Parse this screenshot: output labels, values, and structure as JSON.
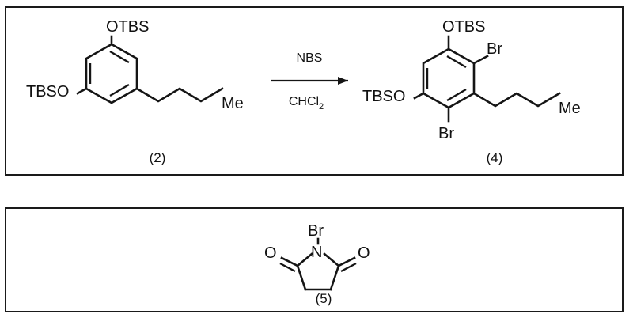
{
  "figure": {
    "type": "chemical-reaction-scheme",
    "panels": [
      {
        "id": "reaction",
        "reactant": {
          "compound_number": "(2)",
          "name_labels": {
            "top_substituent": "OTBS",
            "left_substituent": "TBSO",
            "chain_terminus": "Me"
          },
          "core": "benzene",
          "chain_length_bonds": 5
        },
        "conditions": {
          "above_arrow": "NBS",
          "below_arrow_main": "CHCl",
          "below_arrow_sub": "2"
        },
        "product": {
          "compound_number": "(4)",
          "name_labels": {
            "top_substituent": "OTBS",
            "left_substituent": "TBSO",
            "upper_right_substituent": "Br",
            "bottom_substituent": "Br",
            "chain_terminus": "Me"
          },
          "core": "benzene",
          "chain_length_bonds": 5
        }
      },
      {
        "id": "reagent",
        "compound": {
          "compound_number": "(5)",
          "common_name": "NBS",
          "name_labels": {
            "nitrogen": "N",
            "n_substituent": "Br",
            "left_carbonyl_oxygen": "O",
            "right_carbonyl_oxygen": "O"
          },
          "core": "succinimide"
        }
      }
    ]
  },
  "colors": {
    "ink": "#151515",
    "background": "#ffffff",
    "border": "#1a1a1a"
  }
}
